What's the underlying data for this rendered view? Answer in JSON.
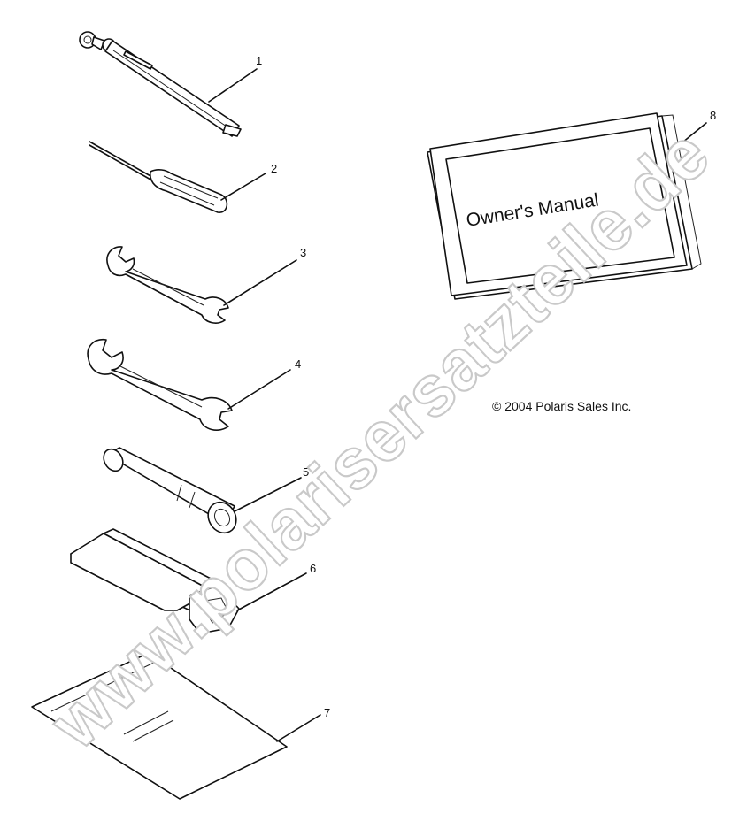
{
  "parts": [
    {
      "id": "pressure-gauge",
      "callout": "1"
    },
    {
      "id": "screwdriver",
      "callout": "2"
    },
    {
      "id": "small-wrench",
      "callout": "3"
    },
    {
      "id": "large-wrench",
      "callout": "4"
    },
    {
      "id": "spark-plug-socket",
      "callout": "5"
    },
    {
      "id": "tool-pouch",
      "callout": "6"
    },
    {
      "id": "plastic-bag",
      "callout": "7"
    },
    {
      "id": "owners-manual",
      "callout": "8"
    }
  ],
  "manual": {
    "cover_text": "Owner's Manual"
  },
  "copyright": "© 2004 Polaris Sales Inc.",
  "watermark": "www.polarisersatzteile.de"
}
